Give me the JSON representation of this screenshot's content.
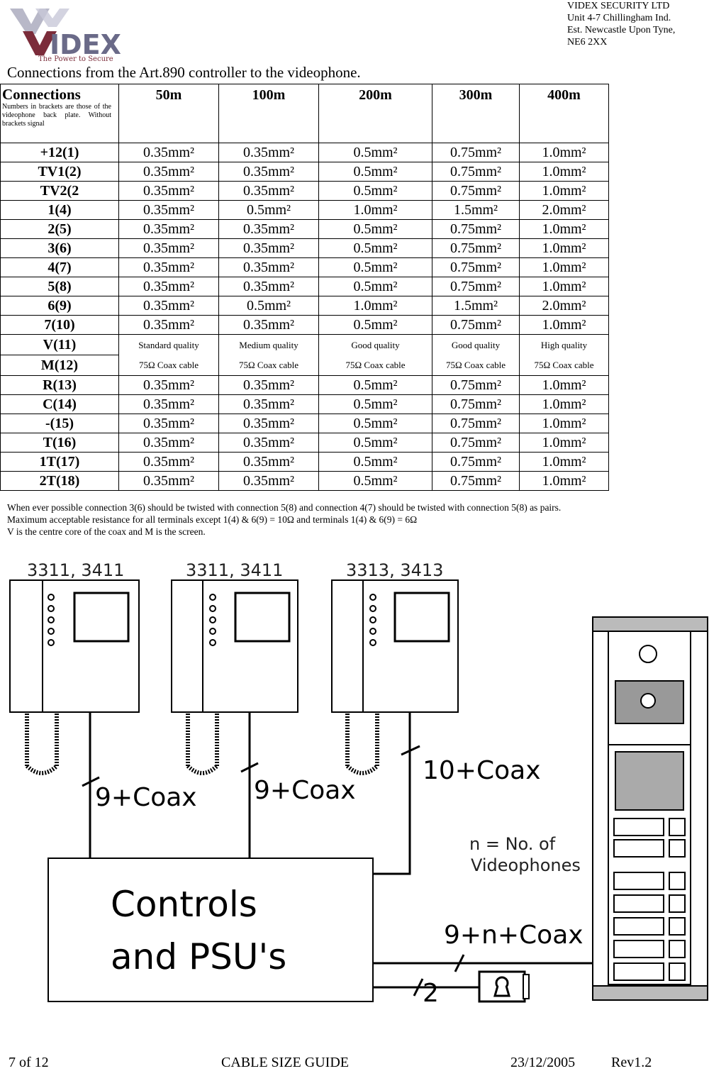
{
  "logo": {
    "brand": "VIDEX",
    "tagline": "The Power to Secure"
  },
  "company": {
    "lines": [
      "VIDEX SECURITY LTD",
      "Unit 4-7 Chillingham Ind.",
      "Est. Newcastle Upon Tyne,",
      "NE6 2XX"
    ]
  },
  "doc_title": "Connections from the Art.890 controller to the videophone.",
  "table": {
    "header_title": "Connections",
    "header_note": "Numbers in brackets are those of the videophone back plate. Without brackets signal",
    "distances": [
      "50m",
      "100m",
      "200m",
      "300m",
      "400m"
    ],
    "rows": [
      {
        "conn": "+12(1)",
        "v": [
          "0.35mm²",
          "0.35mm²",
          "0.5mm²",
          "0.75mm²",
          "1.0mm²"
        ]
      },
      {
        "conn": "TV1(2)",
        "v": [
          "0.35mm²",
          "0.35mm²",
          "0.5mm²",
          "0.75mm²",
          "1.0mm²"
        ]
      },
      {
        "conn": "TV2(2",
        "v": [
          "0.35mm²",
          "0.35mm²",
          "0.5mm²",
          "0.75mm²",
          "1.0mm²"
        ]
      },
      {
        "conn": "1(4)",
        "v": [
          "0.35mm²",
          "0.5mm²",
          "1.0mm²",
          "1.5mm²",
          "2.0mm²"
        ]
      },
      {
        "conn": "2(5)",
        "v": [
          "0.35mm²",
          "0.35mm²",
          "0.5mm²",
          "0.75mm²",
          "1.0mm²"
        ]
      },
      {
        "conn": "3(6)",
        "v": [
          "0.35mm²",
          "0.35mm²",
          "0.5mm²",
          "0.75mm²",
          "1.0mm²"
        ]
      },
      {
        "conn": "4(7)",
        "v": [
          "0.35mm²",
          "0.35mm²",
          "0.5mm²",
          "0.75mm²",
          "1.0mm²"
        ]
      },
      {
        "conn": "5(8)",
        "v": [
          "0.35mm²",
          "0.35mm²",
          "0.5mm²",
          "0.75mm²",
          "1.0mm²"
        ]
      },
      {
        "conn": "6(9)",
        "v": [
          "0.35mm²",
          "0.5mm²",
          "1.0mm²",
          "1.5mm²",
          "2.0mm²"
        ]
      },
      {
        "conn": "7(10)",
        "v": [
          "0.35mm²",
          "0.35mm²",
          "0.5mm²",
          "0.75mm²",
          "1.0mm²"
        ]
      }
    ],
    "coax_rows": {
      "conns": [
        "V(11)",
        "M(12)"
      ],
      "quality": [
        "Standard quality",
        "Medium quality",
        "Good quality",
        "Good quality",
        "High quality"
      ],
      "cable": [
        "75Ω Coax cable",
        "75Ω Coax cable",
        "75Ω Coax cable",
        "75Ω Coax cable",
        "75Ω Coax cable"
      ]
    },
    "rows2": [
      {
        "conn": "R(13)",
        "v": [
          "0.35mm²",
          "0.35mm²",
          "0.5mm²",
          "0.75mm²",
          "1.0mm²"
        ]
      },
      {
        "conn": "C(14)",
        "v": [
          "0.35mm²",
          "0.35mm²",
          "0.5mm²",
          "0.75mm²",
          "1.0mm²"
        ]
      },
      {
        "conn": "-(15)",
        "v": [
          "0.35mm²",
          "0.35mm²",
          "0.5mm²",
          "0.75mm²",
          "1.0mm²"
        ]
      },
      {
        "conn": "T(16)",
        "v": [
          "0.35mm²",
          "0.35mm²",
          "0.5mm²",
          "0.75mm²",
          "1.0mm²"
        ]
      },
      {
        "conn": "1T(17)",
        "v": [
          "0.35mm²",
          "0.35mm²",
          "0.5mm²",
          "0.75mm²",
          "1.0mm²"
        ]
      },
      {
        "conn": "2T(18)",
        "v": [
          "0.35mm²",
          "0.35mm²",
          "0.5mm²",
          "0.75mm²",
          "1.0mm²"
        ]
      }
    ]
  },
  "notes": [
    "When ever possible connection 3(6) should be twisted with connection 5(8) and connection 4(7) should be twisted with connection 5(8) as pairs.",
    "Maximum acceptable resistance for all terminals except 1(4) & 6(9) = 10Ω and terminals 1(4) & 6(9) = 6Ω",
    "V is the centre core of  the coax and M is the screen."
  ],
  "diagram": {
    "phone_models": [
      "3311, 3411",
      "3311, 3411",
      "3313, 3413"
    ],
    "cable_labels": [
      "9+Coax",
      "9+Coax",
      "10+Coax"
    ],
    "n_note_1": "n = No. of",
    "n_note_2": "Videophones",
    "panel_cable": "9+n+Coax",
    "lock_cable": "2",
    "psu_line1": "Controls",
    "psu_line2": "and PSU's"
  },
  "footer": {
    "page": "7 of 12",
    "title": "CABLE SIZE GUIDE",
    "date": "23/12/2005",
    "rev": "Rev1.2"
  }
}
